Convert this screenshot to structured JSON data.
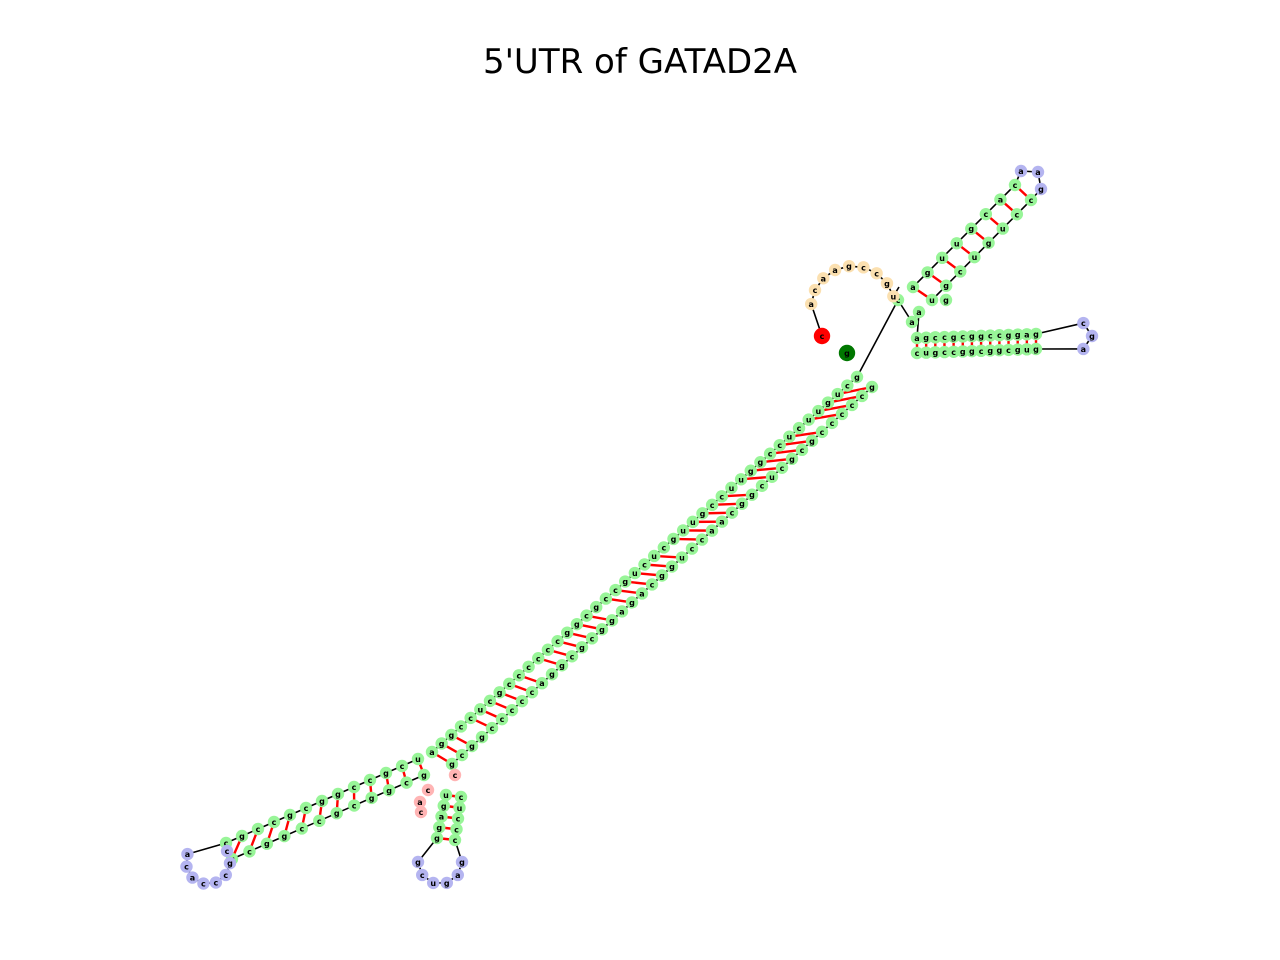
{
  "title": "5'UTR of GATAD2A",
  "colors": {
    "stem": "#98f598",
    "interior_loop": "#fff3a6",
    "hairpin_loop": "#b4b4f0",
    "multiloop": "#ffb4b4",
    "exterior": "#fbe0b0",
    "five_prime_end": "#ff0000",
    "three_prime_end": "#007700",
    "pair_bond": "#ff0000",
    "backbone": "#000000"
  },
  "structure": {
    "five_prime_nucleotide": "c",
    "three_prime_nucleotide": "g",
    "exterior_loop": [
      "a",
      "c",
      "a",
      "a",
      "g",
      "c",
      "c",
      "g",
      "u"
    ],
    "upper_stem": {
      "strand_a": [
        "a",
        "g",
        "u",
        "u",
        "g",
        "c",
        "a",
        "c"
      ],
      "loop": [
        "a",
        "a",
        "g"
      ],
      "strand_b": [
        "u",
        "g",
        "c",
        "u",
        "g",
        "u",
        "c",
        "c"
      ],
      "inner_loop": [
        "c",
        "a",
        "a",
        "g"
      ]
    },
    "right_arm": {
      "strand_a": [
        "a",
        "g",
        "c",
        "c",
        "g",
        "c",
        "g",
        "g",
        "c",
        "c",
        "g",
        "g",
        "a",
        "g"
      ],
      "loop": [
        "c",
        "g",
        "a"
      ],
      "strand_b": [
        "c",
        "u",
        "g",
        "c",
        "c",
        "g",
        "g",
        "c",
        "g",
        "g",
        "c",
        "g",
        "u",
        "g"
      ]
    },
    "main_stem": {
      "strand_a": [
        "a",
        "g",
        "g",
        "c",
        "c",
        "u",
        "c",
        "g",
        "c",
        "c",
        "c",
        "c",
        "c",
        "c",
        "g",
        "g",
        "c",
        "g",
        "c",
        "c",
        "g",
        "u",
        "c",
        "u",
        "c",
        "g",
        "u",
        "u",
        "g",
        "c",
        "c",
        "u",
        "u",
        "g",
        "g",
        "c",
        "c",
        "u",
        "c",
        "u",
        "u",
        "g",
        "u",
        "c",
        "g"
      ],
      "strand_b": [
        "g",
        "c",
        "g",
        "g",
        "c",
        "c",
        "c",
        "c",
        "c",
        "a",
        "g",
        "g",
        "c",
        "g",
        "c",
        "g",
        "g",
        "a",
        "g",
        "a",
        "c",
        "g",
        "g",
        "u",
        "c",
        "c",
        "a",
        "a",
        "c",
        "g",
        "g",
        "c",
        "u",
        "c",
        "g",
        "c",
        "g",
        "c",
        "c",
        "c",
        "c",
        "c",
        "g"
      ]
    },
    "left_arm": {
      "strand_a": [
        "u",
        "c",
        "g",
        "c",
        "c",
        "g",
        "g",
        "c",
        "g",
        "c",
        "c",
        "g",
        "c"
      ],
      "loop": [
        "c",
        "g",
        "c",
        "c",
        "c",
        "a",
        "c",
        "a"
      ],
      "strand_b": [
        "g",
        "c",
        "g",
        "g",
        "c",
        "g",
        "c",
        "c",
        "g",
        "g",
        "c",
        "g"
      ]
    },
    "multiloop": [
      "c",
      "a",
      "c",
      "c"
    ],
    "small_arm": {
      "strand_a": [
        "u",
        "g",
        "a",
        "g",
        "g"
      ],
      "loop": [
        "g",
        "a",
        "g",
        "u",
        "c",
        "g"
      ],
      "strand_b": [
        "c",
        "u",
        "c",
        "c",
        "c"
      ]
    }
  }
}
